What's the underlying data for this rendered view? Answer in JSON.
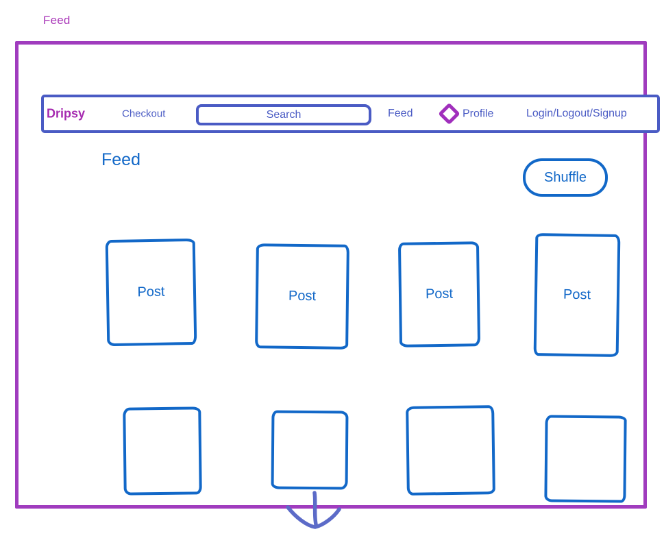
{
  "canvas": {
    "frame_label": "Feed"
  },
  "colors": {
    "frame_purple": "#A03CBE",
    "brand_magenta": "#A62BB0",
    "nav_blue": "#4A5BC4",
    "content_blue": "#1268C8",
    "arrow_indigo": "#5C6BC8"
  },
  "navbar": {
    "brand": "Dripsy",
    "checkout": "Checkout",
    "search_placeholder": "Search",
    "feed": "Feed",
    "profile": "Profile",
    "profile_icon": "diamond-icon",
    "auth": "Login/Logout/Signup"
  },
  "content": {
    "heading": "Feed",
    "shuffle": "Shuffle",
    "posts": [
      {
        "label": "Post"
      },
      {
        "label": "Post"
      },
      {
        "label": "Post"
      },
      {
        "label": "Post"
      },
      {
        "label": ""
      },
      {
        "label": ""
      },
      {
        "label": ""
      },
      {
        "label": ""
      }
    ]
  }
}
